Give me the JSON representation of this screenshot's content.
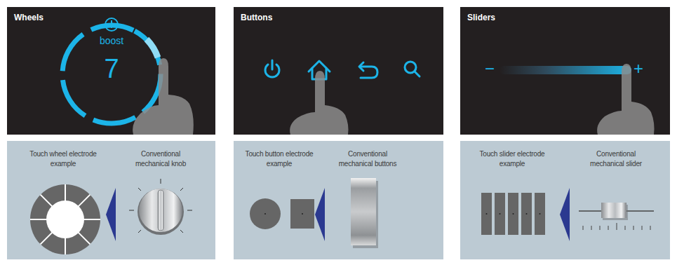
{
  "diagram": {
    "nodes": [
      {
        "text": [
          "Wheels",
          "boost",
          "7"
        ]
      },
      {
        "text": [
          "Buttons"
        ]
      },
      {
        "text": [
          "Sliders"
        ]
      },
      {
        "text": [
          "Touch wheel electrode example",
          "Conventional mechanical knob"
        ]
      },
      {
        "text": [
          "Touch button electrode example",
          "Conventional mechanical buttons"
        ]
      },
      {
        "text": [
          "Touch slider electrode example",
          "Conventional mechanical slider"
        ]
      }
    ],
    "labels": [
      "−",
      "+"
    ]
  }
}
